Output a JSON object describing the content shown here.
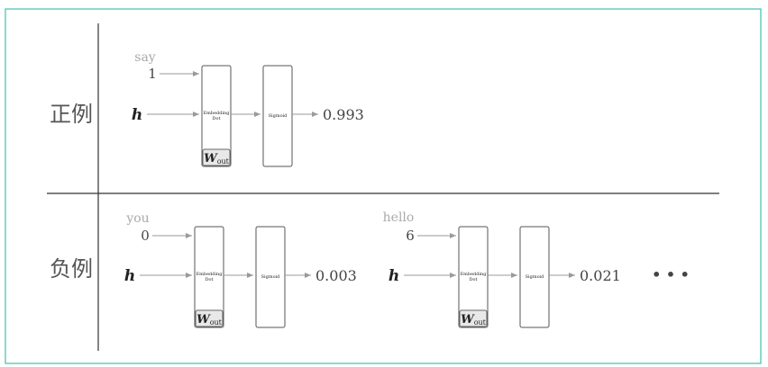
{
  "labels": {
    "positive": "正例",
    "negative": "负例"
  },
  "positive_example": {
    "word": "say",
    "index": "1",
    "h": "h",
    "embed_line1": "Embedding",
    "embed_line2": "Dot",
    "w": "W",
    "w_sub": "out",
    "sigmoid": "Sigmoid",
    "output": "0.993"
  },
  "negative_examples": [
    {
      "word": "you",
      "index": "0",
      "h": "h",
      "embed_line1": "Embedding",
      "embed_line2": "Dot",
      "w": "W",
      "w_sub": "out",
      "sigmoid": "Sigmoid",
      "output": "0.003"
    },
    {
      "word": "hello",
      "index": "6",
      "h": "h",
      "embed_line1": "Embedding",
      "embed_line2": "Dot",
      "w": "W",
      "w_sub": "out",
      "sigmoid": "Sigmoid",
      "output": "0.021"
    }
  ],
  "ellipsis": "• • •",
  "colors": {
    "frame": "#3fbfb0",
    "grid": "#333333",
    "arrow": "#9a9a9a",
    "box_stroke": "#555555",
    "word_text": "#aaaaaa",
    "text": "#444444"
  }
}
